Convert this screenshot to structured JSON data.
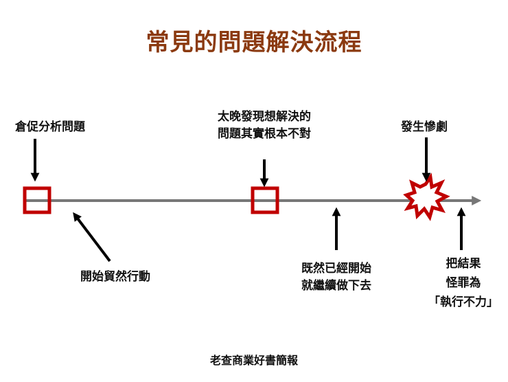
{
  "title": "常見的問題解決流程",
  "colors": {
    "title": "#8b3a10",
    "marker": "#c00000",
    "timeline": "#777777",
    "arrow": "#000000"
  },
  "labels": {
    "hasty_analysis": "倉促分析問題",
    "rash_action": "開始貿然行動",
    "late_discovery": [
      "太晚發現想解決的",
      "問題其實根本不對"
    ],
    "keep_going": [
      "既然已經開始",
      "就繼續做下去"
    ],
    "disaster": "發生慘劇",
    "blame": [
      "把結果",
      "怪罪為",
      "「執行不力」"
    ]
  },
  "footer": "老查商業好書簡報"
}
